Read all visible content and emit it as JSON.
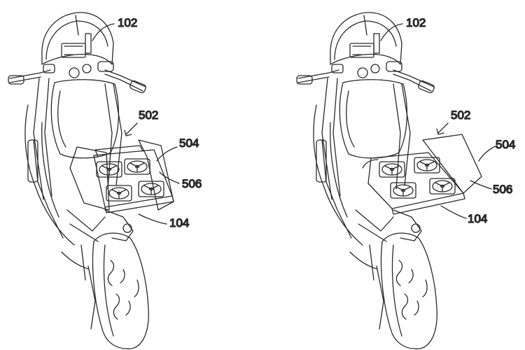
{
  "figure_left": {
    "labels": {
      "bike": "102",
      "assembly": "502",
      "plate": "504",
      "fan_array": "506",
      "battery": "104"
    }
  },
  "figure_right": {
    "labels": {
      "bike": "102",
      "assembly": "502",
      "plate": "504",
      "fan_array": "506",
      "battery": "104"
    }
  },
  "colors": {
    "line": "#2a2a2a",
    "background": "#ffffff"
  }
}
